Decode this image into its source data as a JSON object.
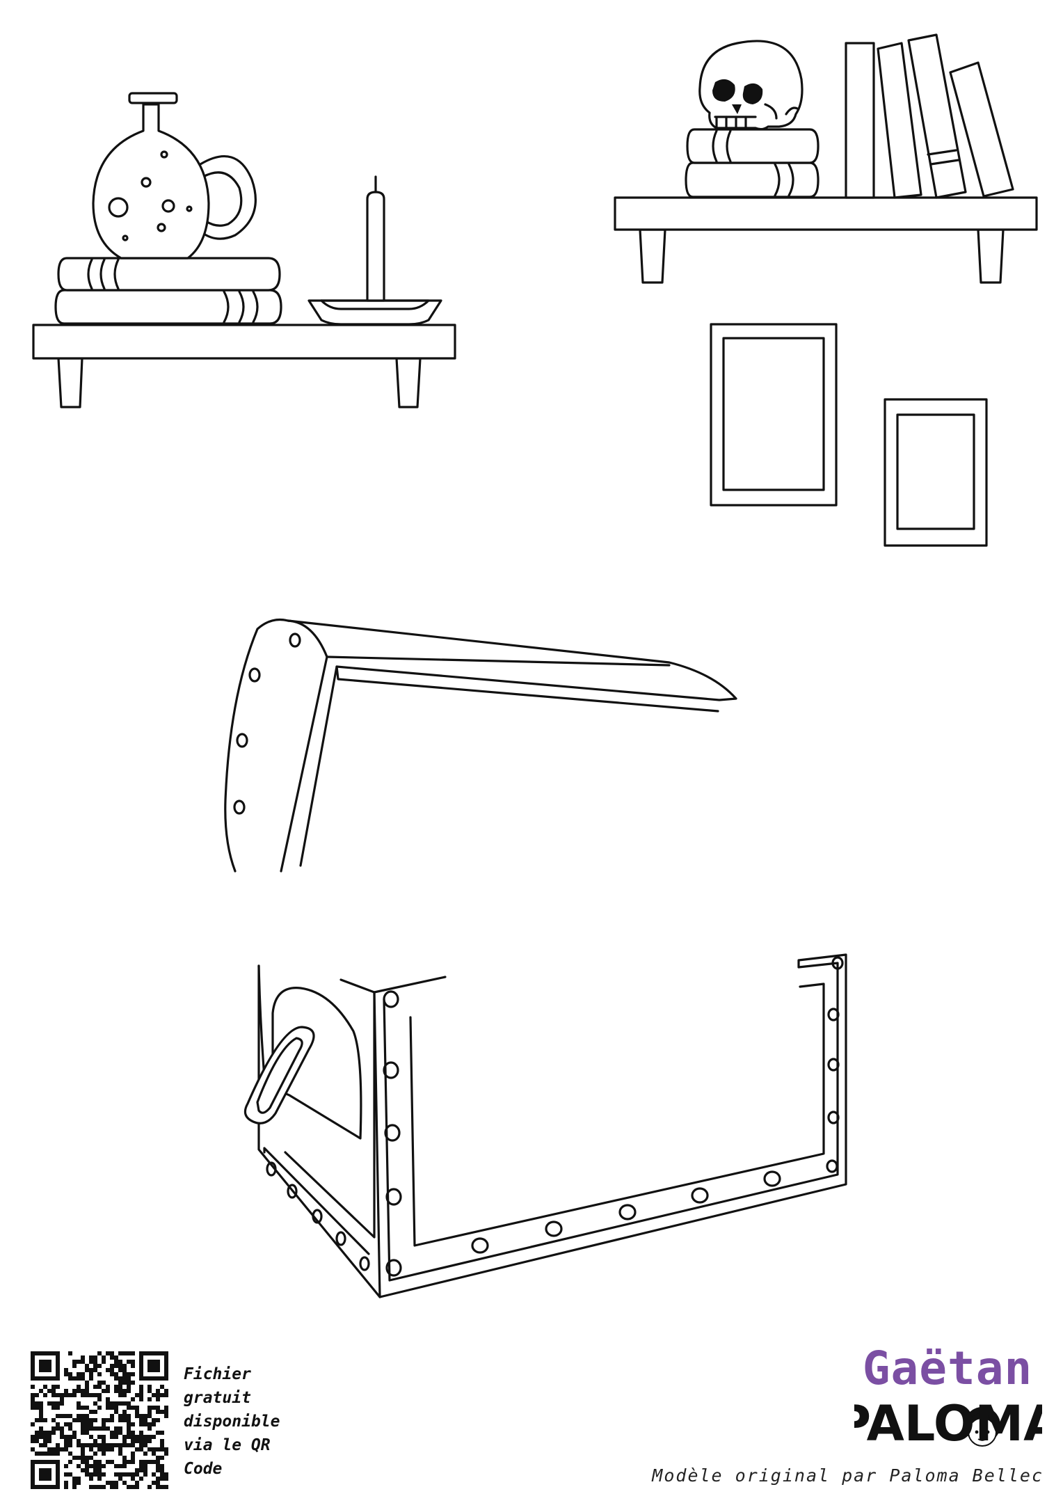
{
  "page": {
    "background": "#ffffff",
    "line_color": "#111111"
  },
  "objects": [
    {
      "name": "potion-bottle-icon"
    },
    {
      "name": "stacked-books-icon"
    },
    {
      "name": "candle-icon"
    },
    {
      "name": "wall-shelf-left"
    },
    {
      "name": "skull-icon"
    },
    {
      "name": "standing-books-icon"
    },
    {
      "name": "wall-shelf-right"
    },
    {
      "name": "picture-frame-large"
    },
    {
      "name": "picture-frame-small"
    },
    {
      "name": "chest-lid-icon"
    },
    {
      "name": "chest-base-icon"
    }
  ],
  "footer": {
    "qr_icon": "qr-code-icon",
    "qr_caption": "Fichier\ngratuit\ndisponible\nvia le QR\nCode",
    "brand_top": "Gaëtan",
    "brand_bottom": "PALOMA",
    "brand_top_color": "#7b4fa3",
    "credit": "Modèle original par Paloma Bellec"
  }
}
